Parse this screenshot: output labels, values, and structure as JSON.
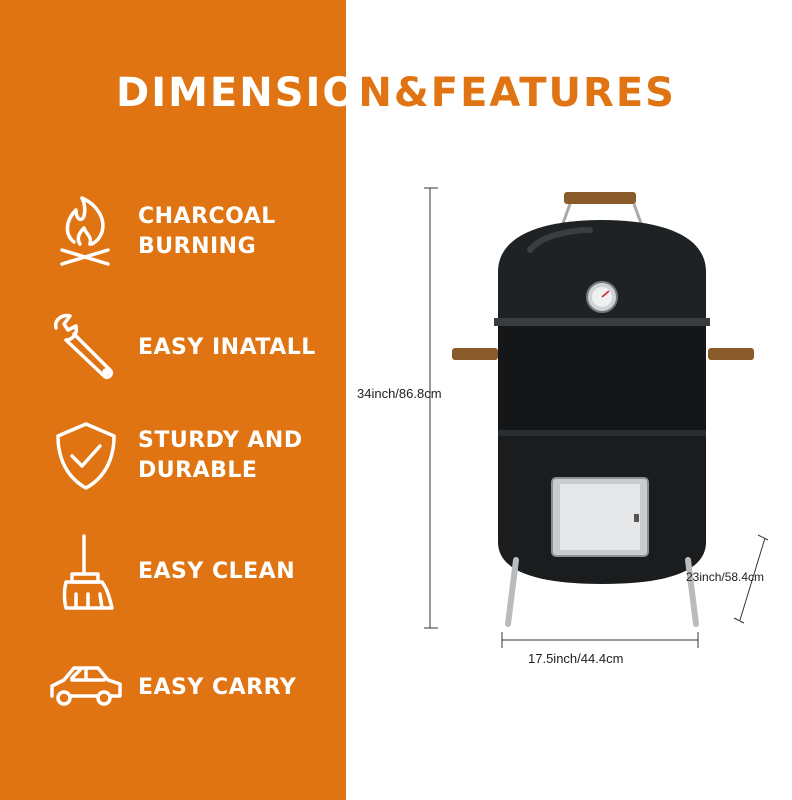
{
  "title": {
    "part1": "DIMENSIO",
    "part2": "N&FEATURES"
  },
  "features": [
    {
      "icon": "flame-icon",
      "line1": "CHARCOAL",
      "line2": "BURNING"
    },
    {
      "icon": "wrench-icon",
      "line1": "EASY INATALL",
      "line2": ""
    },
    {
      "icon": "shield-check-icon",
      "line1": "STURDY AND",
      "line2": "DURABLE"
    },
    {
      "icon": "broom-icon",
      "line1": "EASY CLEAN",
      "line2": ""
    },
    {
      "icon": "car-icon",
      "line1": "EASY CARRY",
      "line2": ""
    }
  ],
  "dimensions": {
    "height": "34inch/86.8cm",
    "width": "17.5inch/44.4cm",
    "depth": "23inch/58.4cm"
  },
  "colors": {
    "accent": "#e07412",
    "text_light": "#ffffff",
    "product_body": "#1c1e20"
  }
}
